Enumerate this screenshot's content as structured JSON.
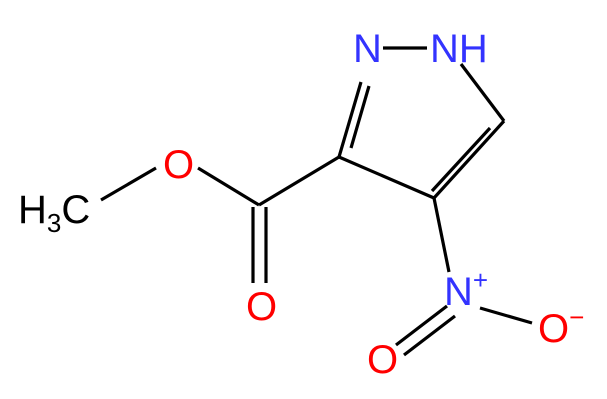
{
  "colors": {
    "bond": "#000000",
    "carbon_label": "#000000",
    "nitrogen": "#3333ff",
    "oxygen": "#ff0000"
  },
  "atoms": {
    "n1": {
      "element": "N",
      "h": "H"
    },
    "n2": {
      "element": "N"
    },
    "o_ether": {
      "element": "O"
    },
    "methyl": {
      "element": "C",
      "prefix": "H",
      "subscript": "3"
    },
    "o_carbonyl": {
      "element": "O"
    },
    "n_nitro": {
      "element": "N",
      "charge": "+"
    },
    "o_nitro_double": {
      "element": "O"
    },
    "o_nitro_minus": {
      "element": "O",
      "charge": "−"
    }
  }
}
